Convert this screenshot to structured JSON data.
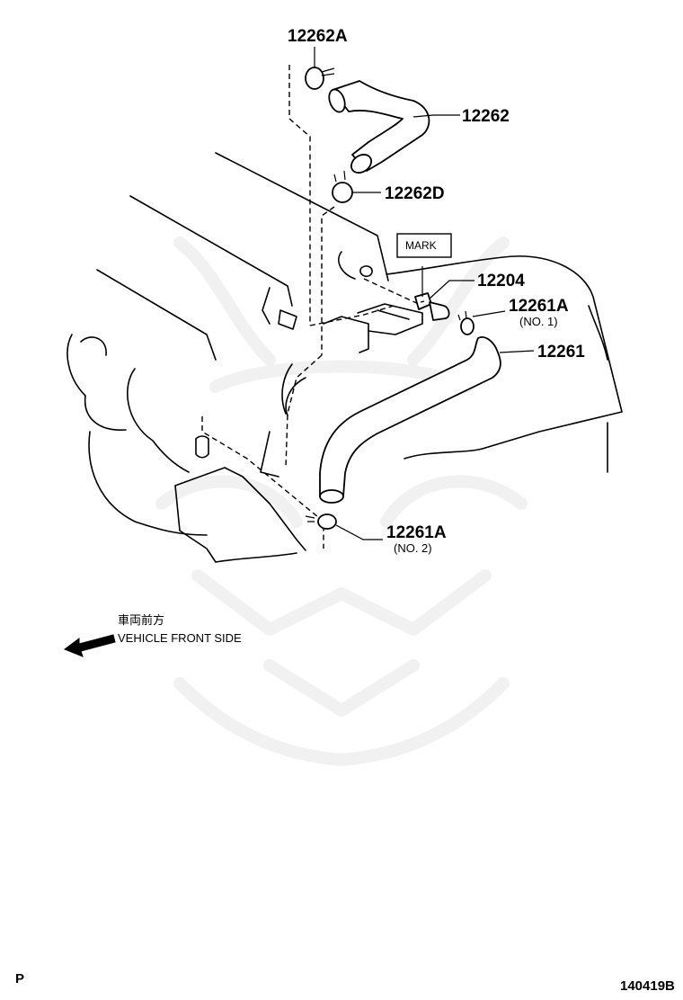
{
  "labels": {
    "part_12262A": "12262A",
    "part_12262": "12262",
    "part_12262D": "12262D",
    "mark": "MARK",
    "part_12204": "12204",
    "part_12261A_1": "12261A",
    "part_12261A_1_note": "(NO. 1)",
    "part_12261": "12261",
    "part_12261A_2": "12261A",
    "part_12261A_2_note": "(NO. 2)",
    "direction_jp": "車両前方",
    "direction_en": "VEHICLE FRONT SIDE",
    "corner_left": "P",
    "corner_right": "140419B"
  }
}
